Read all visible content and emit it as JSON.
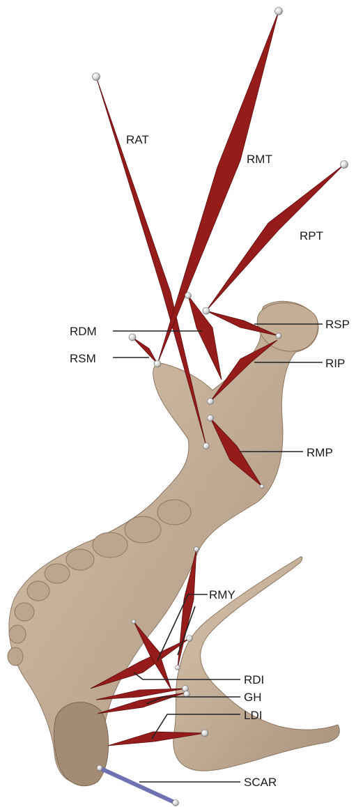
{
  "diagram": {
    "colors": {
      "muscle": "#8e1a1a",
      "muscle_dark": "#5e0d0d",
      "bone": "#c9b39c",
      "bone_shade": "#a38d77",
      "teeth": "#b9a38c",
      "ligament": "#7a7fb8",
      "pin": "#e6e6e6",
      "leader": "#222222",
      "background": "#ffffff"
    },
    "labels": {
      "rat": "RAT",
      "rmt": "RMT",
      "rpt": "RPT",
      "rdm": "RDM",
      "rsm": "RSM",
      "rsp": "RSP",
      "rip": "RIP",
      "rmp": "RMP",
      "rmy": "RMY",
      "rdi": "RDI",
      "gh": "GH",
      "ldi": "LDI",
      "scar": "SCAR"
    }
  }
}
